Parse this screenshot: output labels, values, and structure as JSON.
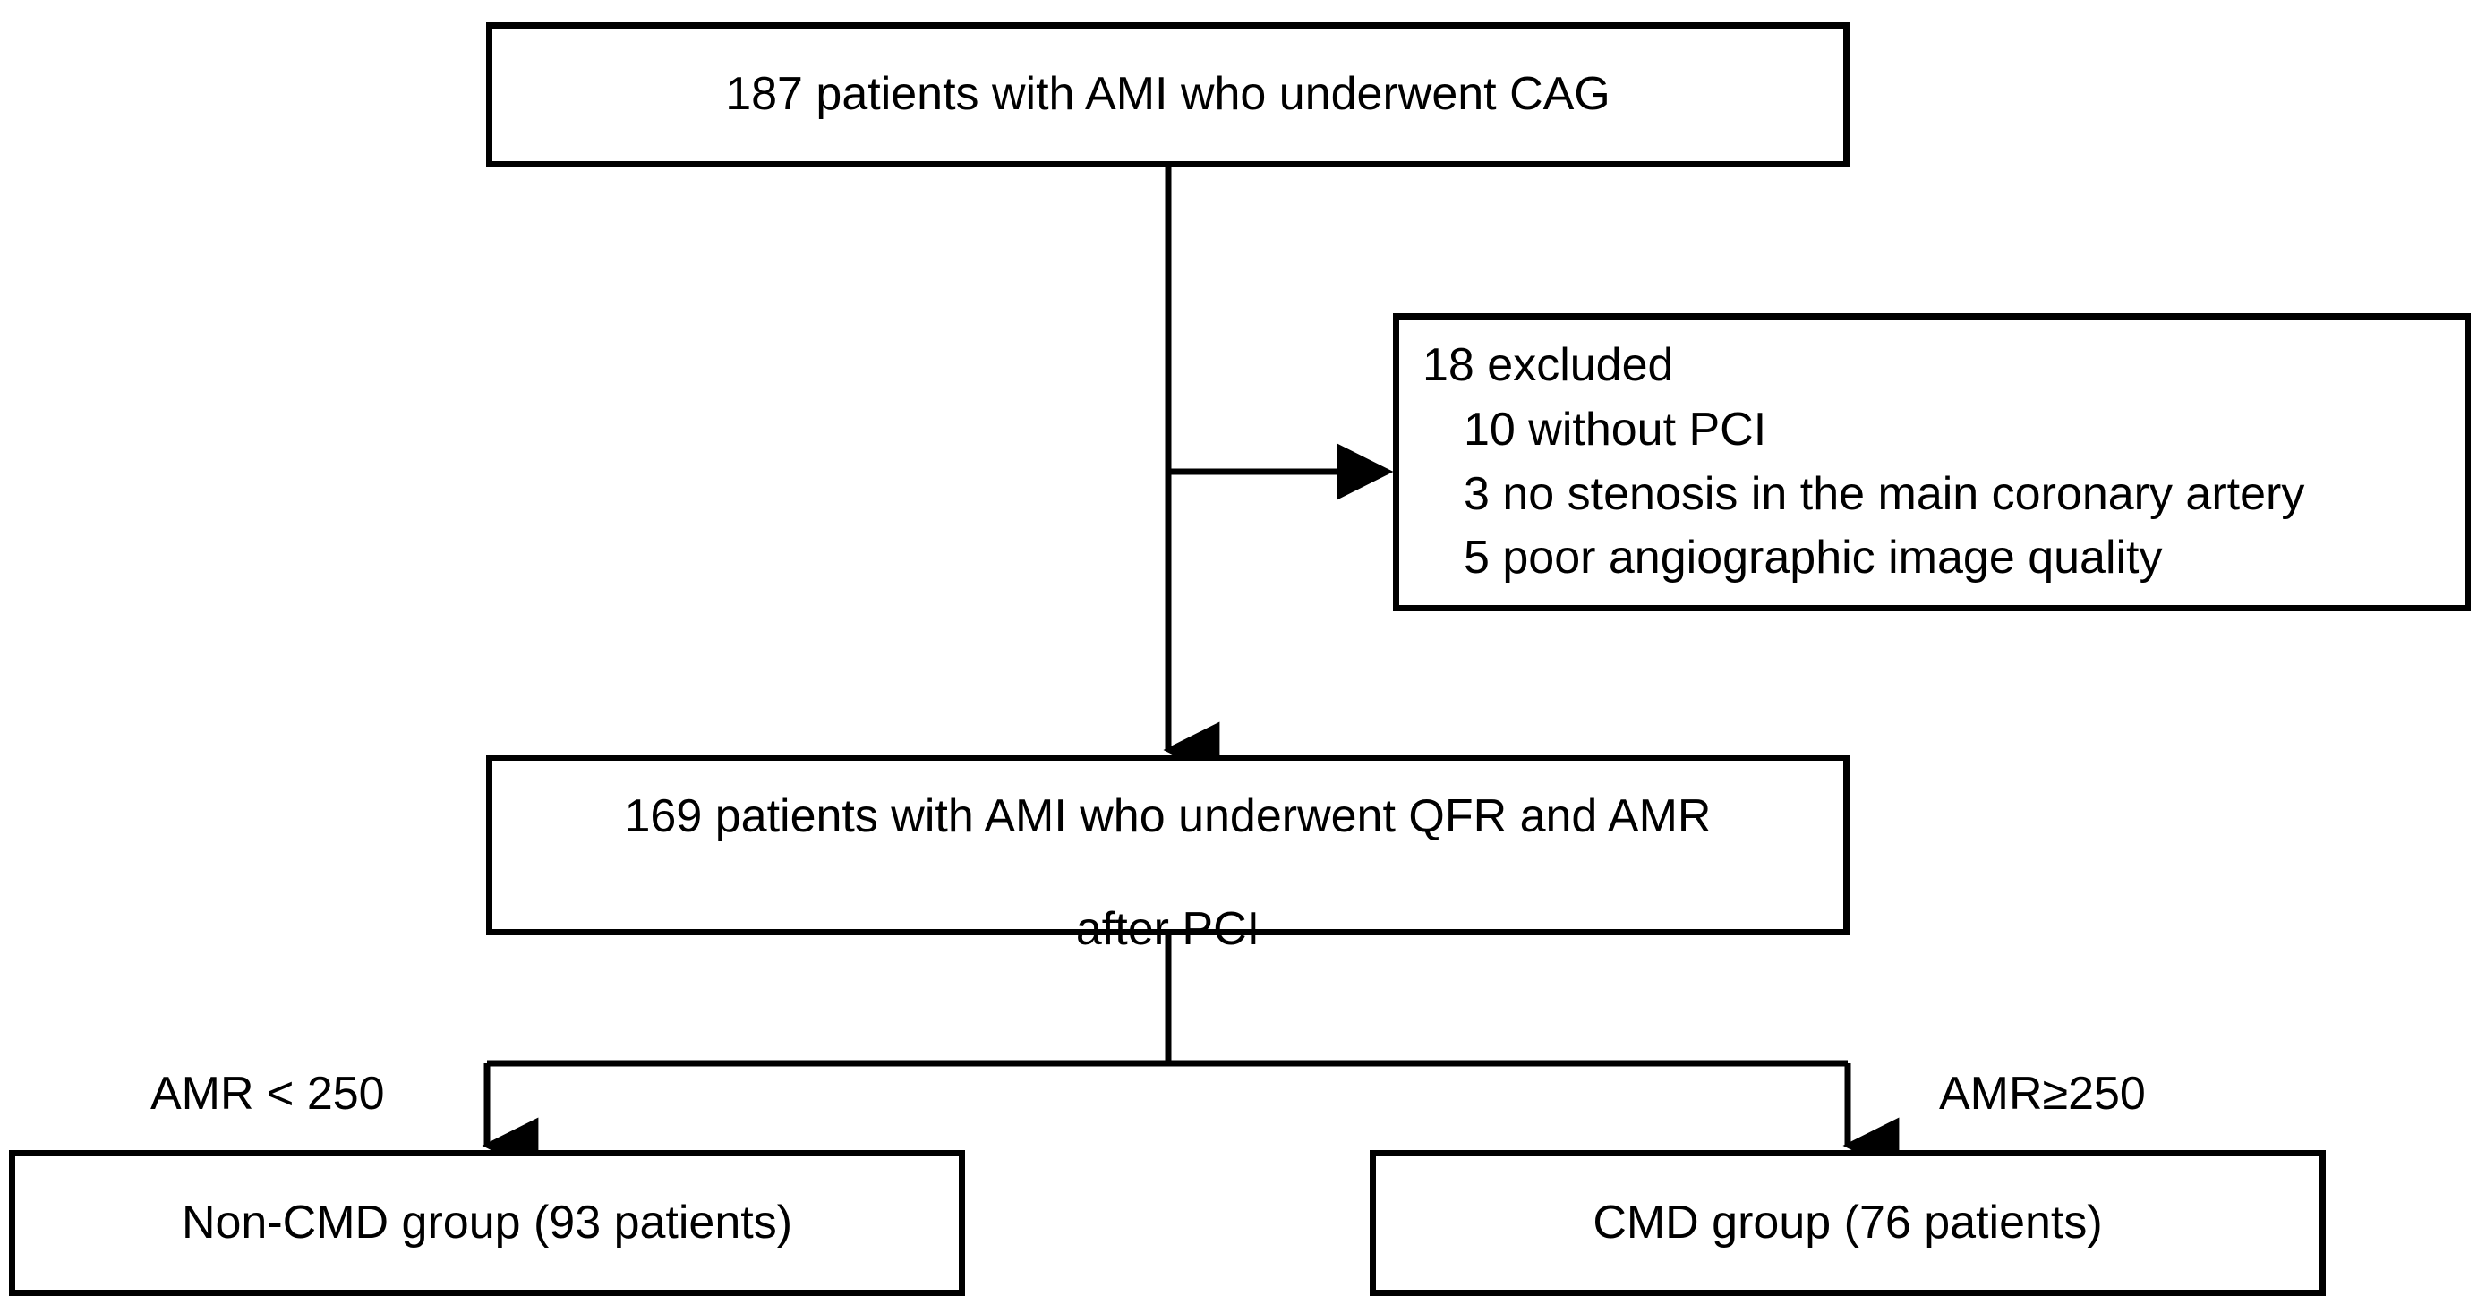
{
  "figure": {
    "type": "patient-flow-diagram",
    "colors": {
      "line": "#000000",
      "box_border": "#000000",
      "background": "#ffffff",
      "text": "#000000"
    }
  },
  "nodes": {
    "enrolled": {
      "text": "187 patients with AMI who underwent CAG",
      "count": 187
    },
    "excluded": {
      "heading": "18 excluded",
      "count": 18,
      "reasons": [
        "10 without PCI",
        "3 no stenosis in the main coronary artery",
        "5 poor angiographic image quality"
      ]
    },
    "analyzed": {
      "line1": "169 patients with AMI who underwent QFR and AMR",
      "line2": "after PCI",
      "count": 169
    },
    "group_left": {
      "text": "Non-CMD group (93 patients)",
      "count": 93
    },
    "group_right": {
      "text": "CMD group (76 patients)",
      "count": 76
    }
  },
  "branches": {
    "left_label": "AMR < 250",
    "right_label": "AMR≥250"
  },
  "connectors": {
    "enrolled_to_analyzed": "vertical-arrow-down",
    "enrolled_to_excluded": "horizontal-arrow-right",
    "analyzed_to_left_group": "elbow-arrow-down-left",
    "analyzed_to_right_group": "elbow-arrow-down-right"
  }
}
